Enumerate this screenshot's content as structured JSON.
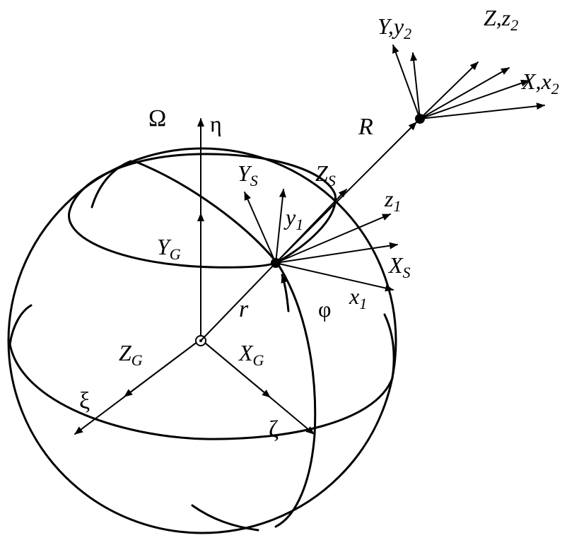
{
  "diagram": {
    "labels": {
      "omega": "Ω",
      "eta": "η",
      "xi": "ξ",
      "zeta": "ζ",
      "phi": "φ",
      "R": "R",
      "r": "r"
    },
    "subscripted_labels": {
      "Y_G": {
        "base": "Y",
        "sub": "G"
      },
      "Z_G": {
        "base": "Z",
        "sub": "G"
      },
      "X_G": {
        "base": "X",
        "sub": "G"
      },
      "Y_S": {
        "base": "Y",
        "sub": "S"
      },
      "Z_S": {
        "base": "Z",
        "sub": "S"
      },
      "X_S": {
        "base": "X",
        "sub": "S"
      },
      "x_1": {
        "base": "x",
        "sub": "1"
      },
      "y_1": {
        "base": "y",
        "sub": "1"
      },
      "z_1": {
        "base": "z",
        "sub": "1"
      },
      "Yy_2": {
        "base": "Y,y",
        "sub": "2"
      },
      "Zz_2": {
        "base": "Z,z",
        "sub": "2"
      },
      "Xx_2": {
        "base": "X,x",
        "sub": "2"
      }
    },
    "colors": {
      "ink": "#000000",
      "background": "#ffffff"
    }
  }
}
